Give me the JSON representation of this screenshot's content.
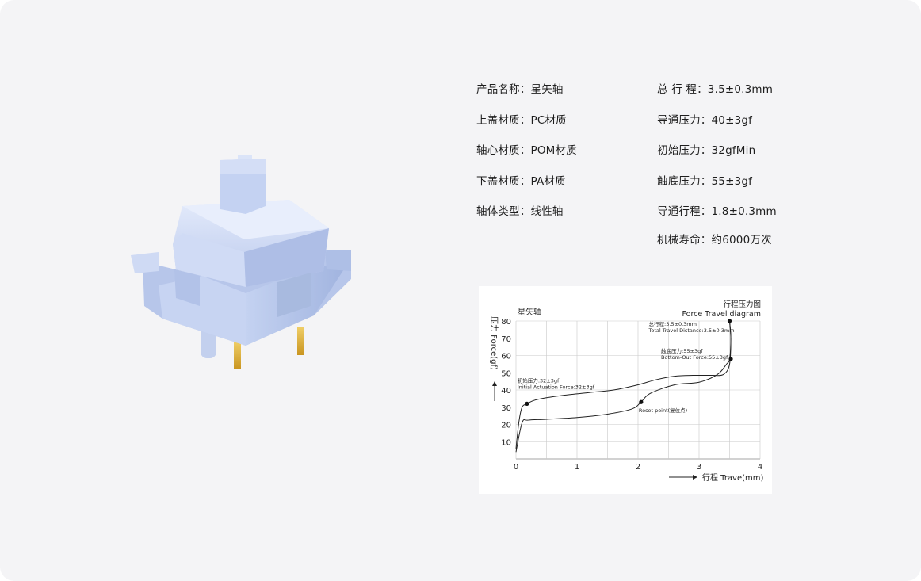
{
  "specs": {
    "left": [
      "产品名称：星矢轴",
      "上盖材质：PC材质",
      "轴心材质：POM材质",
      "下盖材质：PA材质",
      "轴体类型：线性轴"
    ],
    "right": [
      "总 行 程：3.5±0.3mm",
      "导通压力：40±3gf",
      "初始压力：32gfMin",
      "触底压力：55±3gf",
      "导通行程：1.8±0.3mm",
      "机械寿命：约6000万次"
    ]
  },
  "colors": {
    "background": "#f4f4f6",
    "switch_body": "#c9d6f2",
    "switch_pins": "#e2b640"
  },
  "chart_data": {
    "type": "line",
    "title": "行程压力图",
    "subtitle": "Force Travel diagram",
    "series_label": "星矢轴",
    "ylabel": "压力 Force(gf)",
    "xlabel": "行程 Trave(mm)",
    "xlim": [
      0,
      4
    ],
    "ylim": [
      0,
      80
    ],
    "xticks": [
      "0",
      "1",
      "2",
      "3",
      "4"
    ],
    "yticks": [
      "10",
      "20",
      "30",
      "40",
      "50",
      "60",
      "70",
      "80"
    ],
    "grid": true,
    "series": [
      {
        "x": [
          0,
          0.05,
          0.1,
          0.18,
          0.3,
          0.5,
          0.8,
          1.2,
          1.6,
          2.0,
          2.3,
          2.6,
          2.9,
          3.2,
          3.4,
          3.5,
          3.52,
          3.5
        ],
        "y": [
          6,
          22,
          30,
          32,
          34,
          35.5,
          37,
          38.5,
          40,
          43,
          46,
          48,
          48.5,
          48.5,
          49,
          55,
          70,
          80
        ]
      },
      {
        "x": [
          3.5,
          3.52,
          3.5,
          3.45,
          3.3,
          3.0,
          2.6,
          2.2,
          2.05,
          1.9,
          1.5,
          1.0,
          0.5,
          0.2,
          0.1,
          0
        ],
        "y": [
          80,
          70,
          58,
          55,
          49,
          44.5,
          43,
          38,
          33,
          29,
          26,
          24,
          23,
          22.5,
          21,
          4
        ]
      }
    ],
    "points": [
      {
        "x": 0.18,
        "y": 32,
        "label1": "初始压力:32±3gf",
        "label2": "Initial Actuation Force:32±3gf"
      },
      {
        "x": 3.5,
        "y": 80,
        "label1": "总行程:3.5±0.3mm",
        "label2": "Total Travel Distance:3.5±0.3mm"
      },
      {
        "x": 3.52,
        "y": 58,
        "label1": "触底压力:55±3gf",
        "label2": "Bottom-Out Force:55±3gf"
      },
      {
        "x": 2.05,
        "y": 33,
        "label1": "Reset point(复位点)",
        "label2": ""
      }
    ]
  }
}
